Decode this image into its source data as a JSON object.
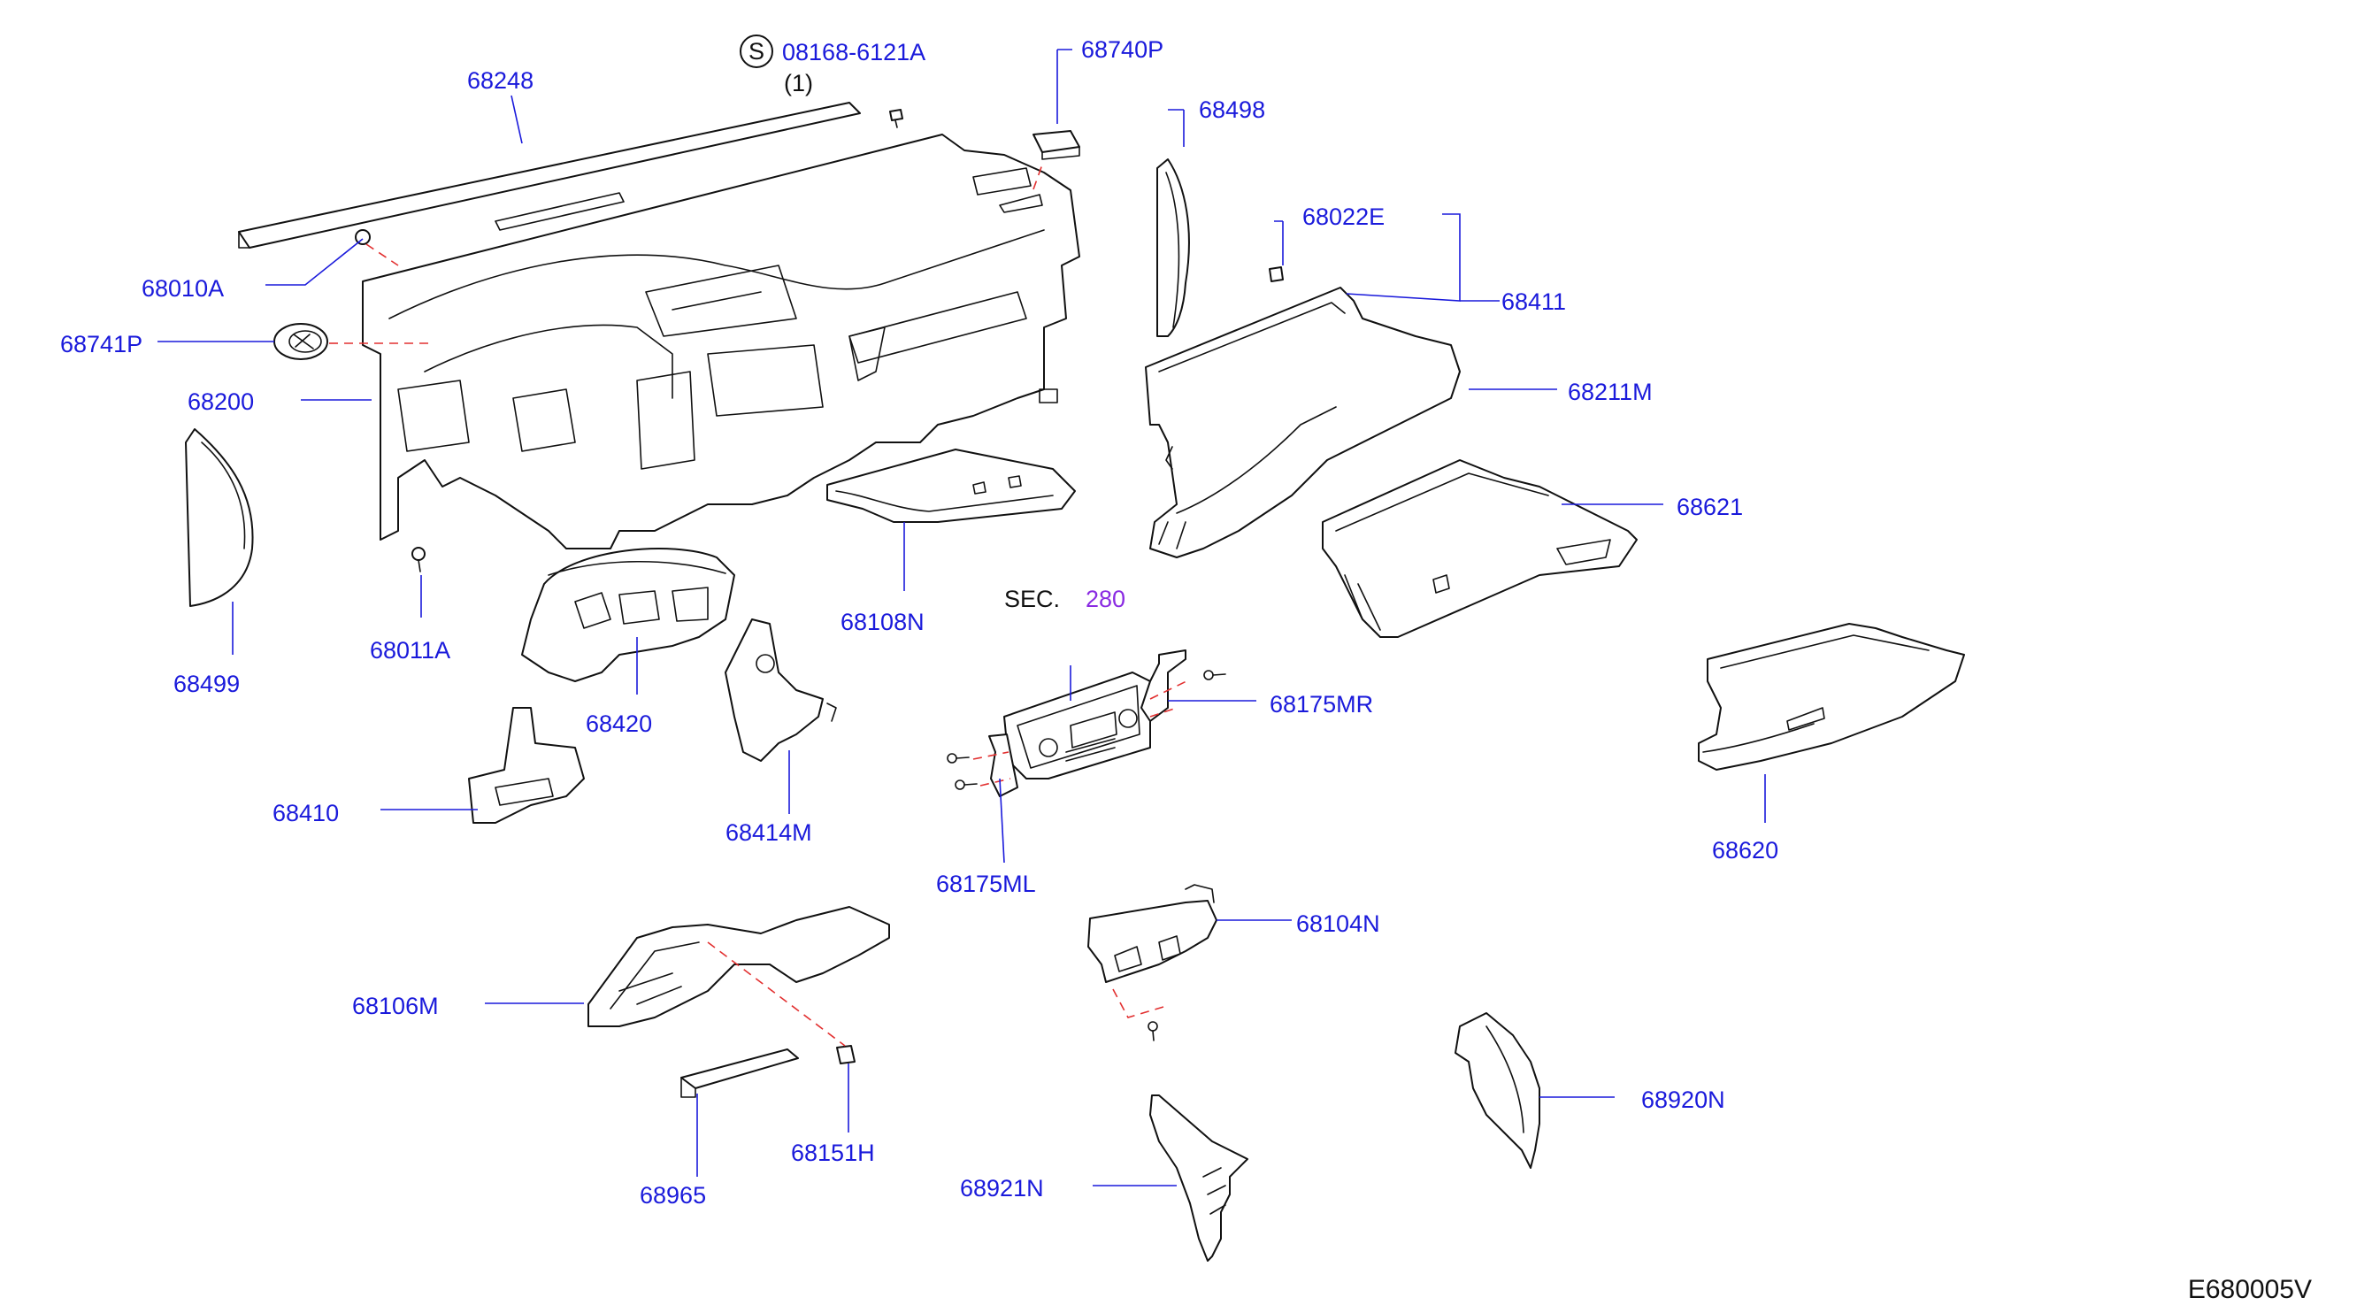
{
  "diagram_code": "E680005V",
  "screw_callout": {
    "symbol": "S",
    "part": "08168-6121A",
    "qty": "(1)"
  },
  "section_ref": {
    "prefix": "SEC.",
    "number": "280"
  },
  "parts": [
    {
      "id": "p68248",
      "number": "68248"
    },
    {
      "id": "p68740P",
      "number": "68740P"
    },
    {
      "id": "p68498",
      "number": "68498"
    },
    {
      "id": "p68022E",
      "number": "68022E"
    },
    {
      "id": "p68411",
      "number": "68411"
    },
    {
      "id": "p68211M",
      "number": "68211M"
    },
    {
      "id": "p68621",
      "number": "68621"
    },
    {
      "id": "p68010A",
      "number": "68010A"
    },
    {
      "id": "p68741P",
      "number": "68741P"
    },
    {
      "id": "p68200",
      "number": "68200"
    },
    {
      "id": "p68499",
      "number": "68499"
    },
    {
      "id": "p68011A",
      "number": "68011A"
    },
    {
      "id": "p68420",
      "number": "68420"
    },
    {
      "id": "p68108N",
      "number": "68108N"
    },
    {
      "id": "p68410",
      "number": "68410"
    },
    {
      "id": "p68414M",
      "number": "68414M"
    },
    {
      "id": "p68175MR",
      "number": "68175MR"
    },
    {
      "id": "p68175ML",
      "number": "68175ML"
    },
    {
      "id": "p68620",
      "number": "68620"
    },
    {
      "id": "p68104N",
      "number": "68104N"
    },
    {
      "id": "p68106M",
      "number": "68106M"
    },
    {
      "id": "p68965",
      "number": "68965"
    },
    {
      "id": "p68151H",
      "number": "68151H"
    },
    {
      "id": "p68921N",
      "number": "68921N"
    },
    {
      "id": "p68920N",
      "number": "68920N"
    }
  ]
}
